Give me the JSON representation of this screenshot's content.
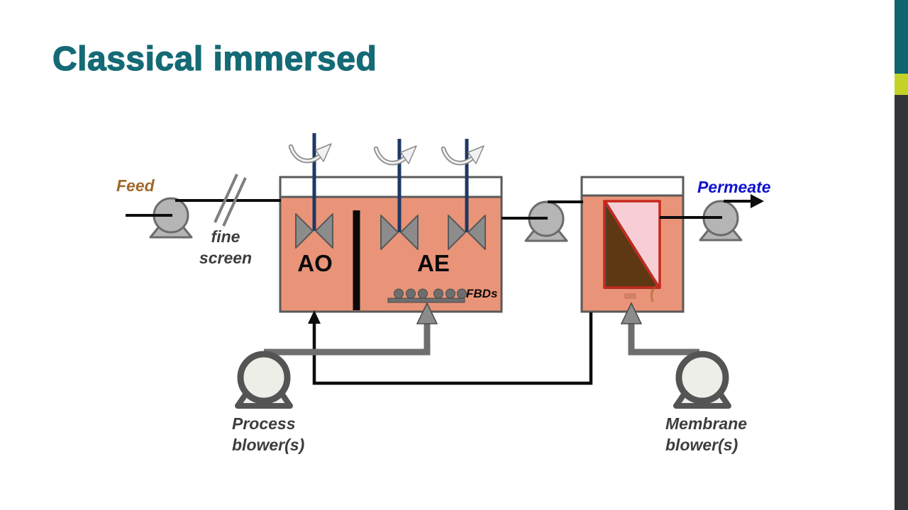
{
  "slide": {
    "title": "Classical immersed"
  },
  "theme": {
    "title_color": "#146A75",
    "accent_teal": "#0E6570",
    "accent_lime": "#C3D226",
    "accent_charcoal": "#333438",
    "background": "#FFFFFF"
  },
  "diagram": {
    "feed_label": "Feed",
    "fine_screen_label": "fine screen",
    "zone_ao_label": "AO",
    "zone_ae_label": "AE",
    "fbds_label": "FBDs",
    "permeate_label": "Permeate",
    "process_blower_label": "Process blower(s)",
    "membrane_blower_label": "Membrane blower(s)",
    "artifact_paren": "(",
    "colors": {
      "feed_text": "#A0682C",
      "permeate_text": "#1012CE",
      "label_gray": "#3D3D3D",
      "tank_liquid": "#E99478",
      "tank_border": "#595959",
      "freeboard": "#FFFFFF",
      "zone_divider": "#0A0A0A",
      "mixer_shaft": "#1F3864",
      "impeller_gray": "#8C8C8C",
      "rotation_arrow": "#8A8A8A",
      "pump_fill": "#B5B5B5",
      "pump_border": "#6B6B6B",
      "blower_fill": "#EDEEE7",
      "blower_border": "#545454",
      "air_pipe_gray": "#6E6E6E",
      "sludge_line_black": "#0D0D0D",
      "fine_screen_gray": "#7F7F7F",
      "fbd_gray": "#6E6E6E",
      "membrane_frame_red": "#C5281C",
      "membrane_pink": "#F7CED6",
      "membrane_brown": "#5D3812"
    }
  }
}
